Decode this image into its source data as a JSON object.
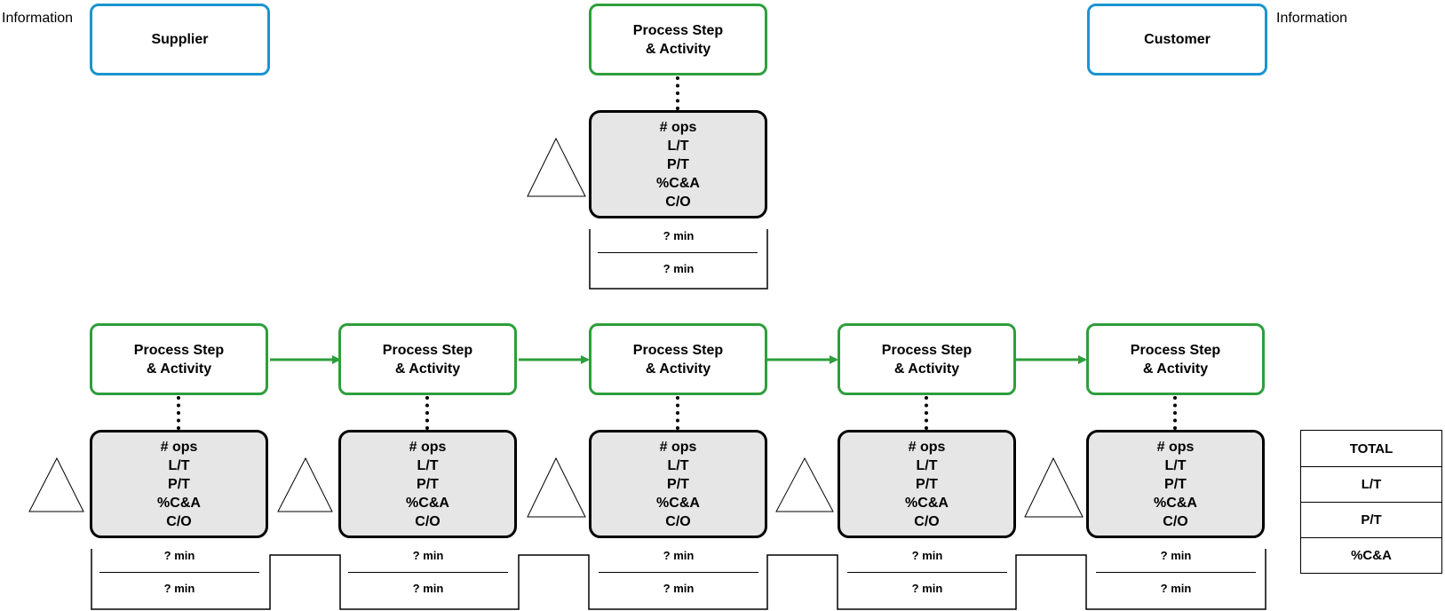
{
  "info_left": "Information",
  "info_right": "Information",
  "supplier": "Supplier",
  "customer": "Customer",
  "colors": {
    "party_border": "#1a94d1",
    "step_border": "#2e9e3c",
    "data_fill": "#e6e6e6",
    "arrow": "#2e9e3c"
  },
  "top_process": {
    "title_line1": "Process Step",
    "title_line2": "& Activity",
    "metrics": [
      "# ops",
      "L/T",
      "P/T",
      "%C&A",
      "C/O"
    ],
    "time_top": "? min",
    "time_bottom": "? min"
  },
  "processes": [
    {
      "title_line1": "Process Step",
      "title_line2": "& Activity",
      "metrics": [
        "# ops",
        "L/T",
        "P/T",
        "%C&A",
        "C/O"
      ],
      "time_top": "? min",
      "time_bottom": "? min"
    },
    {
      "title_line1": "Process Step",
      "title_line2": "& Activity",
      "metrics": [
        "# ops",
        "L/T",
        "P/T",
        "%C&A",
        "C/O"
      ],
      "time_top": "? min",
      "time_bottom": "? min"
    },
    {
      "title_line1": "Process Step",
      "title_line2": "& Activity",
      "metrics": [
        "# ops",
        "L/T",
        "P/T",
        "%C&A",
        "C/O"
      ],
      "time_top": "? min",
      "time_bottom": "? min"
    },
    {
      "title_line1": "Process Step",
      "title_line2": "& Activity",
      "metrics": [
        "# ops",
        "L/T",
        "P/T",
        "%C&A",
        "C/O"
      ],
      "time_top": "? min",
      "time_bottom": "? min"
    },
    {
      "title_line1": "Process Step",
      "title_line2": "& Activity",
      "metrics": [
        "# ops",
        "L/T",
        "P/T",
        "%C&A",
        "C/O"
      ],
      "time_top": "? min",
      "time_bottom": "? min"
    }
  ],
  "totals": [
    "TOTAL",
    "L/T",
    "P/T",
    "%C&A"
  ]
}
